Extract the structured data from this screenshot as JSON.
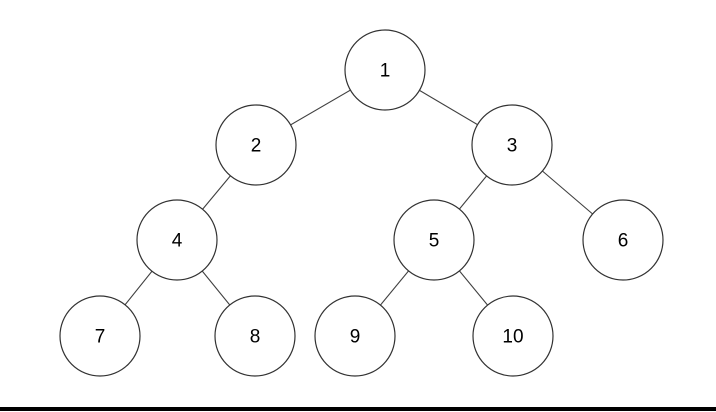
{
  "diagram": {
    "type": "binary-tree",
    "nodes": [
      {
        "id": "1",
        "label": "1"
      },
      {
        "id": "2",
        "label": "2"
      },
      {
        "id": "3",
        "label": "3"
      },
      {
        "id": "4",
        "label": "4"
      },
      {
        "id": "5",
        "label": "5"
      },
      {
        "id": "6",
        "label": "6"
      },
      {
        "id": "7",
        "label": "7"
      },
      {
        "id": "8",
        "label": "8"
      },
      {
        "id": "9",
        "label": "9"
      },
      {
        "id": "10",
        "label": "10"
      }
    ],
    "edges": [
      {
        "from": "1",
        "to": "2"
      },
      {
        "from": "1",
        "to": "3"
      },
      {
        "from": "2",
        "to": "4"
      },
      {
        "from": "3",
        "to": "5"
      },
      {
        "from": "3",
        "to": "6"
      },
      {
        "from": "4",
        "to": "7"
      },
      {
        "from": "4",
        "to": "8"
      },
      {
        "from": "5",
        "to": "9"
      },
      {
        "from": "5",
        "to": "10"
      }
    ]
  },
  "colors": {
    "background": "#ffffff",
    "node_fill": "#ffffff",
    "node_stroke": "#333333",
    "edge_stroke": "#404040",
    "label_text": "#000000",
    "bottom_bar": "#000000"
  }
}
